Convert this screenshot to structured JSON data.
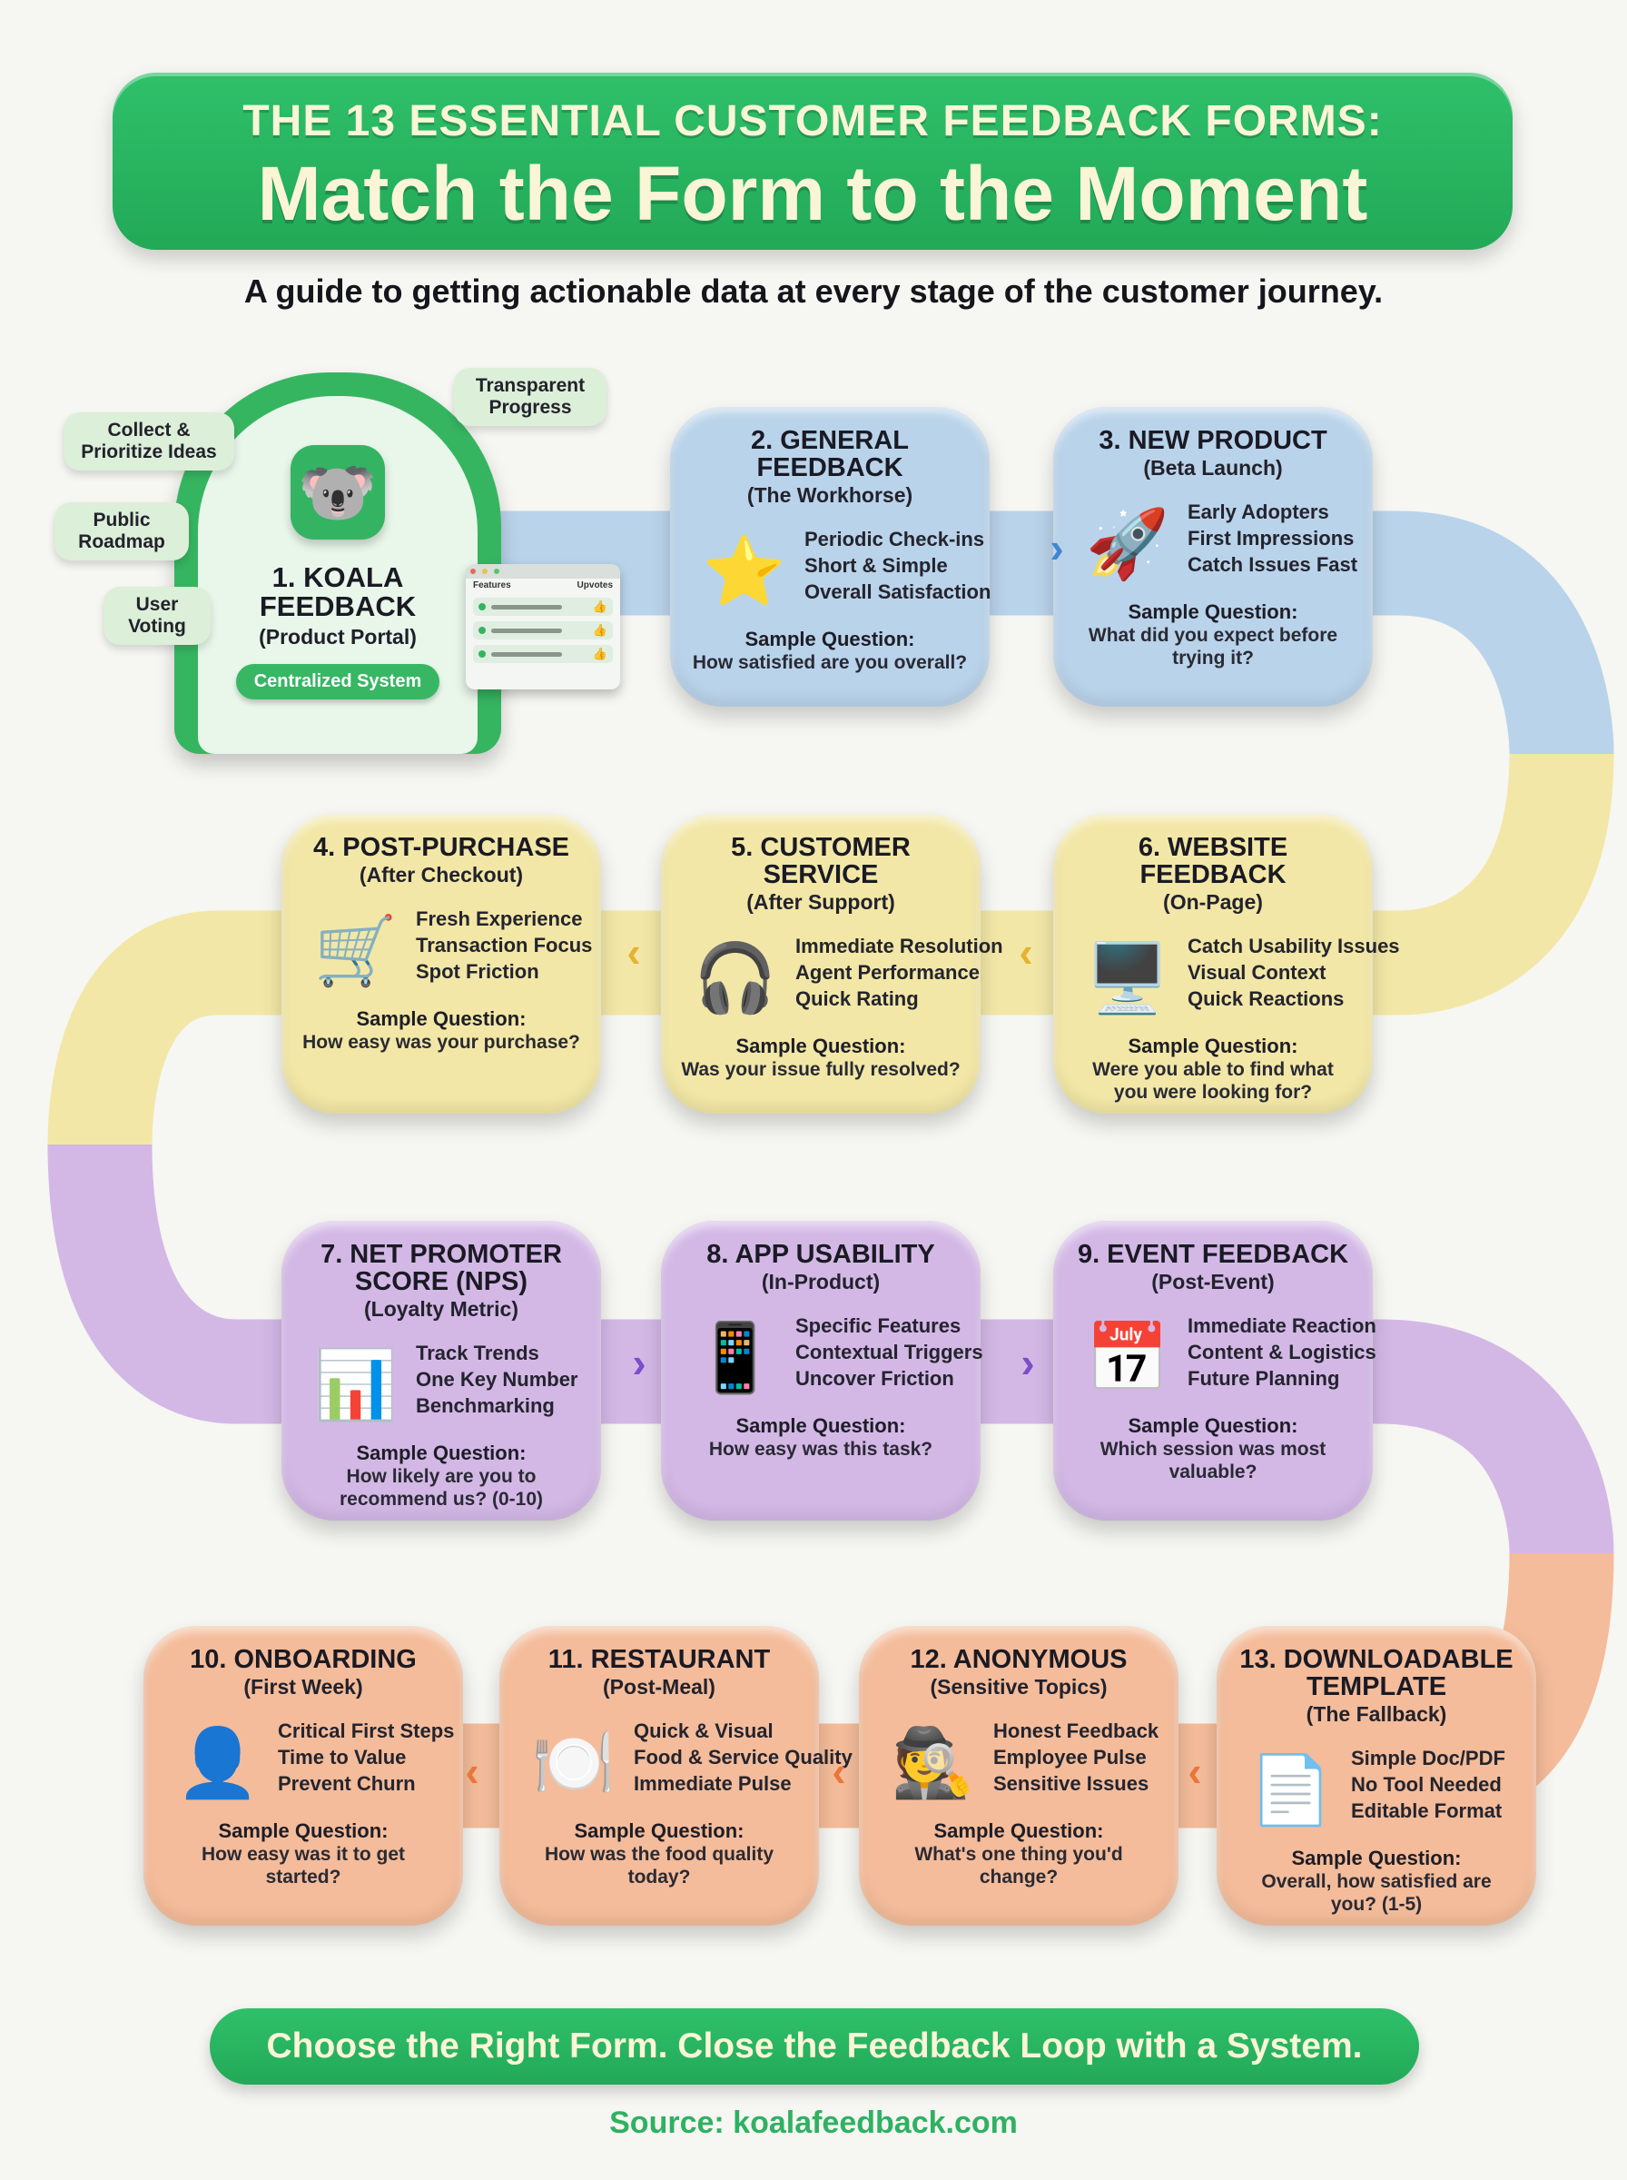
{
  "header": {
    "title_line1": "THE 13 ESSENTIAL CUSTOMER FEEDBACK FORMS:",
    "title_line2": "Match the Form to the Moment",
    "subtitle": "A guide to getting actionable data at every stage of the customer journey."
  },
  "portal": {
    "title": "1. KOALA FEEDBACK",
    "subtitle": "(Product Portal)",
    "badge": "Centralized System",
    "bubbles": [
      "Collect & Prioritize Ideas",
      "Public Roadmap",
      "User Voting",
      "Transparent Progress"
    ],
    "widget": {
      "col1": "Features",
      "col2": "Upvotes"
    }
  },
  "sample_label": "Sample Question:",
  "cards": [
    {
      "title": "2. GENERAL FEEDBACK",
      "subtitle": "(The Workhorse)",
      "icon": "star-rating-form-icon",
      "glyph": "⭐",
      "bullets": [
        "Periodic Check-ins",
        "Short & Simple",
        "Overall Satisfaction"
      ],
      "question": "How satisfied are you overall?"
    },
    {
      "title": "3. NEW PRODUCT",
      "subtitle": "(Beta Launch)",
      "icon": "rocket-icon",
      "glyph": "🚀",
      "bullets": [
        "Early Adopters",
        "First Impressions",
        "Catch Issues Fast"
      ],
      "question": "What did you expect before trying it?"
    },
    {
      "title": "4. POST-PURCHASE",
      "subtitle": "(After Checkout)",
      "icon": "shopping-cart-icon",
      "glyph": "🛒",
      "bullets": [
        "Fresh Experience",
        "Transaction Focus",
        "Spot Friction"
      ],
      "question": "How easy was your purchase?"
    },
    {
      "title": "5. CUSTOMER SERVICE",
      "subtitle": "(After Support)",
      "icon": "headset-icon",
      "glyph": "🎧",
      "bullets": [
        "Immediate Resolution",
        "Agent Performance",
        "Quick Rating"
      ],
      "question": "Was your issue fully resolved?"
    },
    {
      "title": "6. WEBSITE FEEDBACK",
      "subtitle": "(On-Page)",
      "icon": "browser-window-icon",
      "glyph": "🖥️",
      "bullets": [
        "Catch Usability Issues",
        "Visual Context",
        "Quick Reactions"
      ],
      "question": "Were you able to find what you were looking for?"
    },
    {
      "title": "7. NET PROMOTER SCORE (NPS)",
      "subtitle": "(Loyalty Metric)",
      "icon": "gauge-icon",
      "glyph": "📊",
      "bullets": [
        "Track Trends",
        "One Key Number",
        "Benchmarking"
      ],
      "question": "How likely are you to recommend us? (0-10)"
    },
    {
      "title": "8. APP USABILITY",
      "subtitle": "(In-Product)",
      "icon": "phone-tap-icon",
      "glyph": "📱",
      "bullets": [
        "Specific Features",
        "Contextual Triggers",
        "Uncover Friction"
      ],
      "question": "How easy was this task?"
    },
    {
      "title": "9. EVENT FEEDBACK",
      "subtitle": "(Post-Event)",
      "icon": "calendar-mic-icon",
      "glyph": "📅",
      "bullets": [
        "Immediate Reaction",
        "Content & Logistics",
        "Future Planning"
      ],
      "question": "Which session was most valuable?"
    },
    {
      "title": "10. ONBOARDING",
      "subtitle": "(First Week)",
      "icon": "user-progress-icon",
      "glyph": "👤",
      "bullets": [
        "Critical First Steps",
        "Time to Value",
        "Prevent Churn"
      ],
      "question": "How easy was it to get started?"
    },
    {
      "title": "11. RESTAURANT",
      "subtitle": "(Post-Meal)",
      "icon": "plate-qr-icon",
      "glyph": "🍽️",
      "bullets": [
        "Quick & Visual",
        "Food & Service Quality",
        "Immediate Pulse"
      ],
      "question": "How was the food quality today?"
    },
    {
      "title": "12. ANONYMOUS",
      "subtitle": "(Sensitive Topics)",
      "icon": "incognito-lock-icon",
      "glyph": "🕵️",
      "bullets": [
        "Honest Feedback",
        "Employee Pulse",
        "Sensitive Issues"
      ],
      "question": "What's one thing you'd change?"
    },
    {
      "title": "13. DOWNLOADABLE TEMPLATE",
      "subtitle": "(The Fallback)",
      "icon": "document-download-icon",
      "glyph": "📄",
      "bullets": [
        "Simple Doc/PDF",
        "No Tool Needed",
        "Editable Format"
      ],
      "question": "Overall, how satisfied are you? (1-5)"
    }
  ],
  "footer": {
    "tagline": "Choose the Right Form. Close the Feedback Loop with a System.",
    "source": "Source: koalafeedback.com"
  },
  "colors": {
    "green": "#2fb862",
    "blue": "#b9d3ea",
    "yellow": "#f2e7a6",
    "purple": "#d3b8e6",
    "orange": "#f4bc9a"
  }
}
